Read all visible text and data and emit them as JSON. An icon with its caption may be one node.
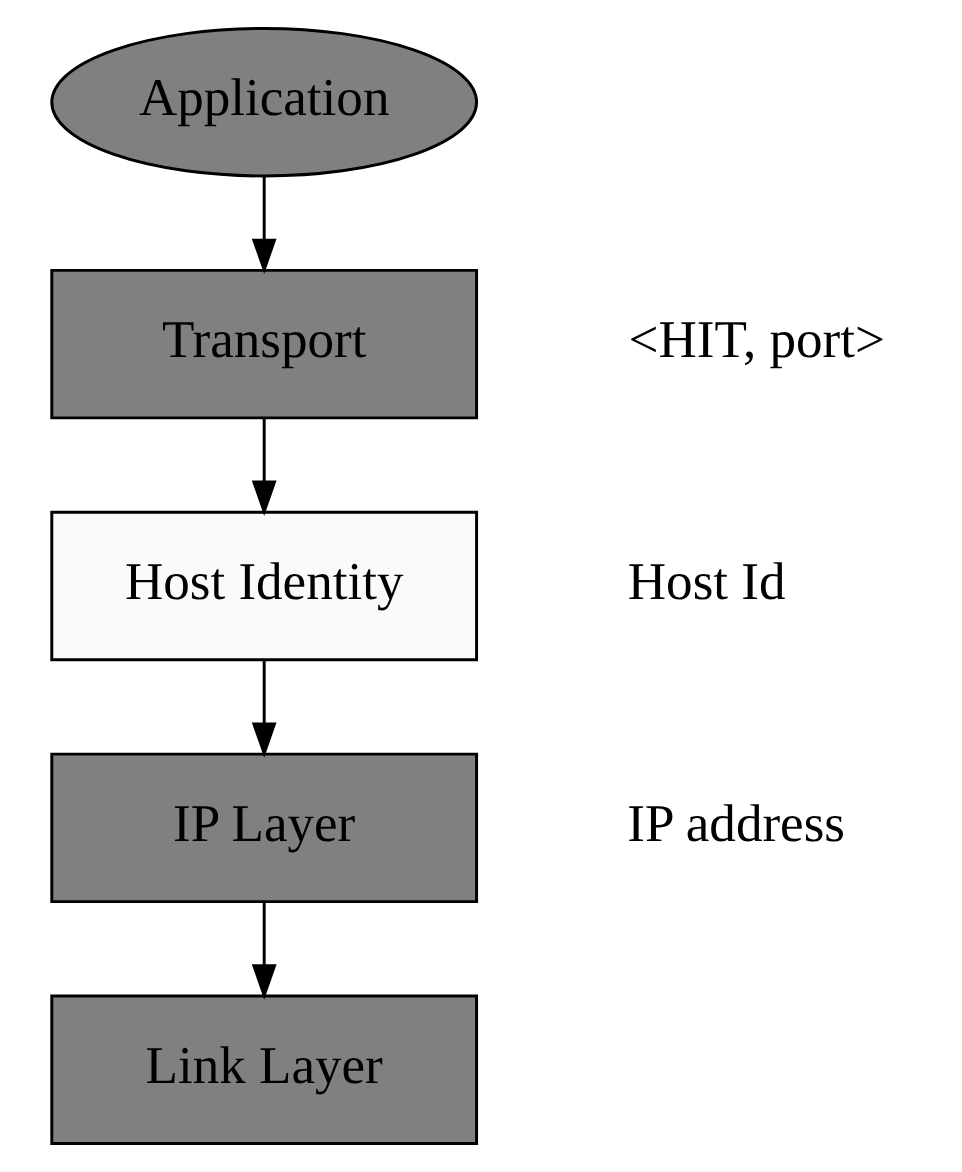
{
  "diagram": {
    "nodes": [
      {
        "text": [
          "Application"
        ]
      },
      {
        "text": [
          "Transport"
        ],
        "beside": [
          "<HIT, port>"
        ]
      },
      {
        "text": [
          "Host Identity"
        ],
        "beside": [
          "Host Id"
        ]
      },
      {
        "text": [
          "IP Layer"
        ],
        "beside": [
          "IP address"
        ]
      },
      {
        "text": [
          "Link Layer"
        ]
      }
    ],
    "edges": [
      {
        "from": 0,
        "to": 1,
        "arrow": "to"
      },
      {
        "from": 1,
        "to": 2,
        "arrow": "to"
      },
      {
        "from": 2,
        "to": 3,
        "arrow": "to"
      },
      {
        "from": 3,
        "to": 4,
        "arrow": "to"
      }
    ]
  }
}
